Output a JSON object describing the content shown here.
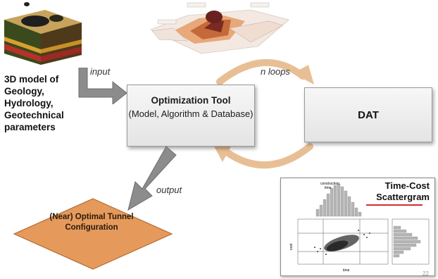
{
  "diagram": {
    "model_label": "3D model of Geology, Hydrology, Geotechnical parameters",
    "input_label": "input",
    "output_label": "output",
    "loops_label": "n loops",
    "optimization_tool": {
      "title": "Optimization Tool",
      "subtitle": "(Model, Algorithm & Database)"
    },
    "dat_label": "DAT",
    "result_label": "(Near) Optimal Tunnel Configuration",
    "scattergram_title": "Time-Cost Scattergram",
    "page_number": "22"
  },
  "colors": {
    "arrow_gray": "#8c8c8c",
    "loop_arrow": "#e8bf95",
    "diamond": "#e59a5c",
    "box_fill": "#eeeeee"
  }
}
